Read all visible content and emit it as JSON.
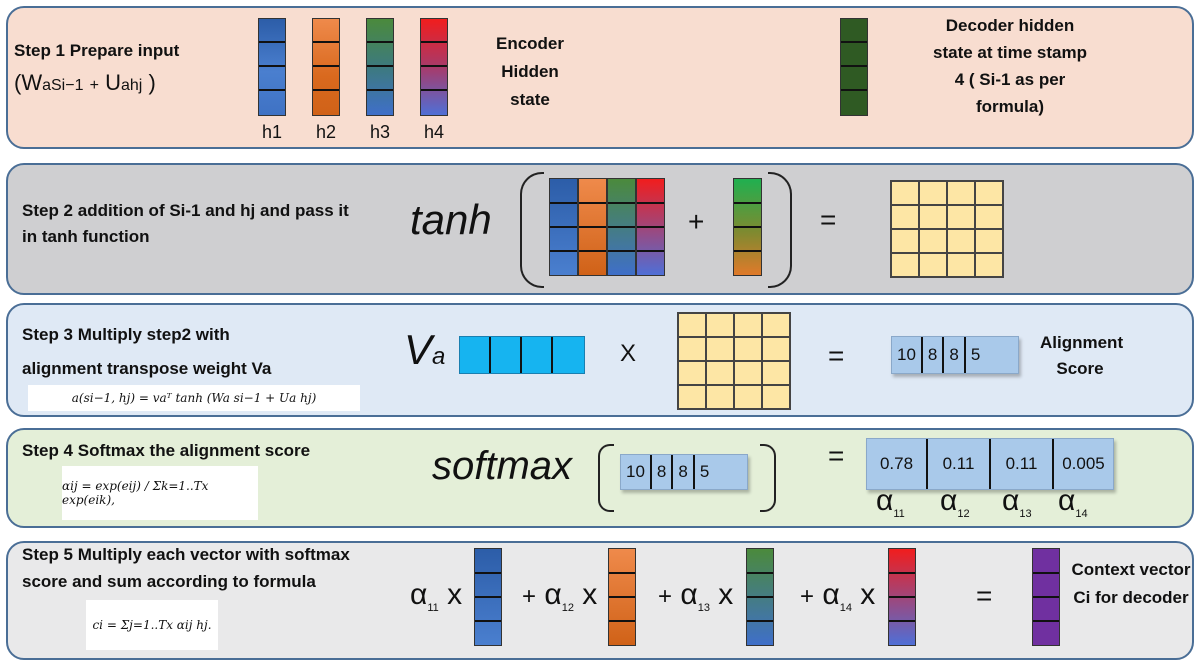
{
  "step1": {
    "title": "Step 1 Prepare input",
    "formula_w": "W",
    "formula_a1": "aSi−1",
    "formula_plus": "+",
    "formula_u": "U",
    "formula_a2": "ahj",
    "open_paren": "(",
    "close_paren": ")",
    "vector_labels": [
      "h1",
      "h2",
      "h3",
      "h4"
    ],
    "encoder_label": "Encoder Hidden state",
    "decoder_label": "Decoder hidden state at time stamp 4 ( Si-1 as per formula)"
  },
  "step2": {
    "title": "Step 2 addition of Si-1 and hj and pass it in tanh function",
    "func": "tanh",
    "plus": "+",
    "equals": "="
  },
  "step3": {
    "title_line1": "Step 3 Multiply step2 with",
    "title_line2": "alignment transpose weight Va",
    "formula": "a(si−1, hj) = vaᵀ tanh (Wa si−1 + Ua hj)",
    "va_main": "V",
    "va_sub": "a",
    "times": "X",
    "equals": "=",
    "scores": [
      "10",
      "8",
      "8",
      "5"
    ],
    "result_label": "Alignment Score"
  },
  "step4": {
    "title": "Step 4 Softmax the alignment score",
    "formula": "αij = exp(eij) / Σk=1..Tx exp(eik),",
    "func": "softmax",
    "input_scores": [
      "10",
      "8",
      "8",
      "5"
    ],
    "equals": "=",
    "probs": [
      "0.78",
      "0.11",
      "0.11",
      "0.005"
    ],
    "alpha_symbol": "α",
    "alpha_subs": [
      "11",
      "12",
      "13",
      "14"
    ]
  },
  "step5": {
    "title_line1": "Step 5 Multiply each vector with softmax",
    "title_line2": "score and sum according to formula",
    "formula": "ci = Σj=1..Tx αij hj.",
    "alpha_symbol": "α",
    "alpha_subs": [
      "11",
      "12",
      "13",
      "14"
    ],
    "times": "x",
    "plus": "+",
    "equals": "=",
    "result_label": "Context vector Ci for decoder"
  }
}
